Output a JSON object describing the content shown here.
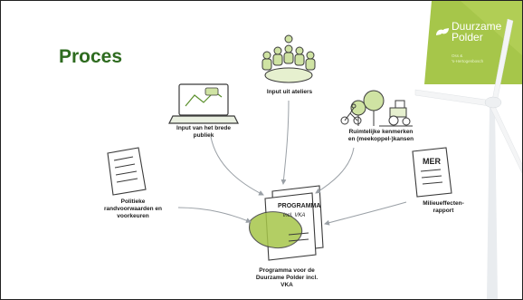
{
  "slide": {
    "title": "Proces",
    "accent_color": "#2e6b1f"
  },
  "brand": {
    "name_line1": "Duurzame",
    "name_line2": "Polder",
    "sub_line1": "Oss &",
    "sub_line2": "'s-Hertogenbosch",
    "logo_icon": "duurzame-polder-logo-icon",
    "panel_color": "#a6c64a"
  },
  "nodes": {
    "ateliers": "Input uit ateliers",
    "publiek": "Input van het brede\npubliek",
    "ruimtelijk": "Ruimtelijke kenmerken\nen (meekoppel-)kansen",
    "politiek": "Politieke\nrandvoorwaarden en\nvoorkeuren",
    "mer": "Milieueffecten-\nrapport",
    "programma": "Programma voor de\nDuurzame Polder incl.\nVKA"
  },
  "illustrations": {
    "mer_doc_text": "MER",
    "programma_doc_line1": "PROGRAMMA",
    "programma_doc_line2": "incl. VKA"
  }
}
